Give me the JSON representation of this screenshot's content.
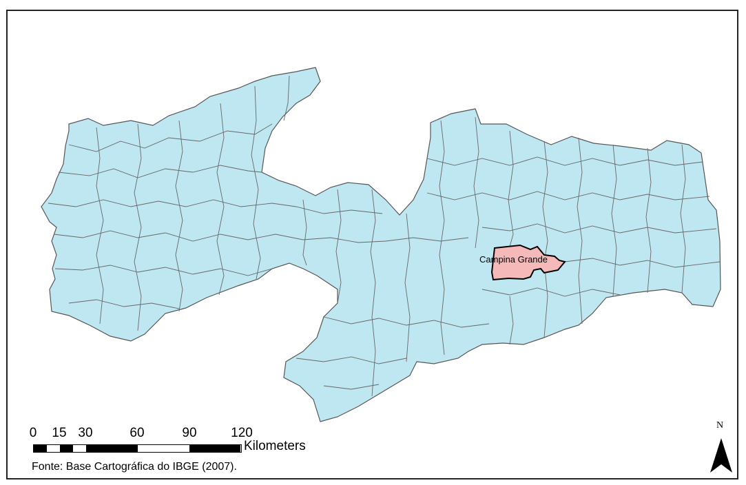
{
  "map": {
    "highlight_label": "Campina Grande",
    "colors": {
      "base_fill": "#bfe7f1",
      "highlight_fill": "#f6b9b9",
      "border": "#555555",
      "highlight_border": "#000000"
    }
  },
  "scale_bar": {
    "ticks": [
      "0",
      "15",
      "30",
      "60",
      "90",
      "120"
    ],
    "unit": "Kilometers"
  },
  "source": "Fonte: Base Cartográfica do IBGE (2007).",
  "north_arrow": {
    "letter": "N",
    "icon": "north-arrow-icon"
  }
}
